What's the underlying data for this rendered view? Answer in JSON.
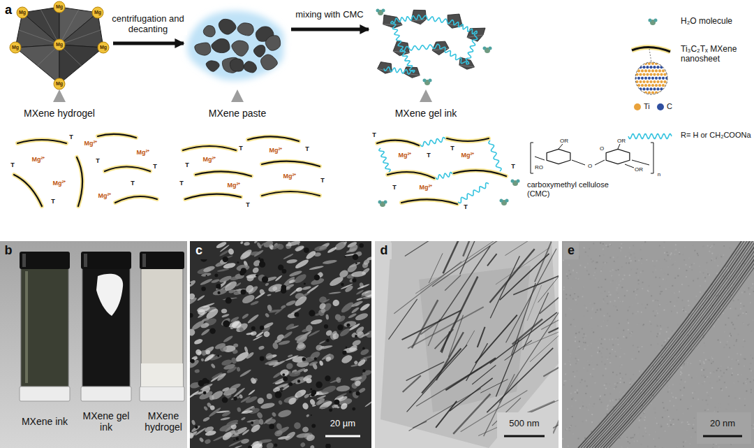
{
  "diagram": {
    "nodes": [
      {
        "text": [
          "MXene hydrogel"
        ]
      },
      {
        "text": [
          "MXene paste"
        ]
      },
      {
        "text": [
          "MXene gel ink"
        ]
      }
    ],
    "edges": [
      {
        "from": 0,
        "to": 1,
        "arrow": "to",
        "label": "centrifugation and decanting"
      },
      {
        "from": 1,
        "to": 2,
        "arrow": "to",
        "label": "mixing with CMC"
      }
    ],
    "labels": [
      "a",
      "Mg",
      "Mg",
      "Mg",
      "Mg",
      "Mg",
      "Mg",
      "Mg",
      "Mg²⁺",
      "Mg²⁺",
      "Mg²⁺",
      "Mg²⁺",
      "Mg²⁺",
      "T",
      "T",
      "T",
      "T",
      "T",
      "T",
      "Mg²⁺",
      "Mg²⁺",
      "Mg²⁺",
      "Mg²⁺",
      "T",
      "T",
      "T",
      "T",
      "T",
      "T",
      "Mg²⁺",
      "Mg²⁺",
      "Mg²⁺",
      "T",
      "T",
      "T",
      "T",
      "T",
      "T",
      "RO",
      "OR",
      "O",
      "OR",
      "O",
      "OR",
      "n",
      "R= H or CH₂COONa",
      "carboxymethyl cellulose (CMC)",
      "b",
      "c",
      "d",
      "e",
      "MXene ink",
      "MXene gel ink",
      "MXene hydrogel",
      "20 µm",
      "500 nm",
      "20 nm"
    ],
    "legend": [
      {
        "text": "H₂O molecule"
      },
      {
        "text": "Ti₃C₂Tₓ MXene nanosheet"
      },
      {
        "text": "Ti",
        "color": "#e9a23b"
      },
      {
        "text": "C",
        "color": "#2f4fa0"
      }
    ]
  }
}
